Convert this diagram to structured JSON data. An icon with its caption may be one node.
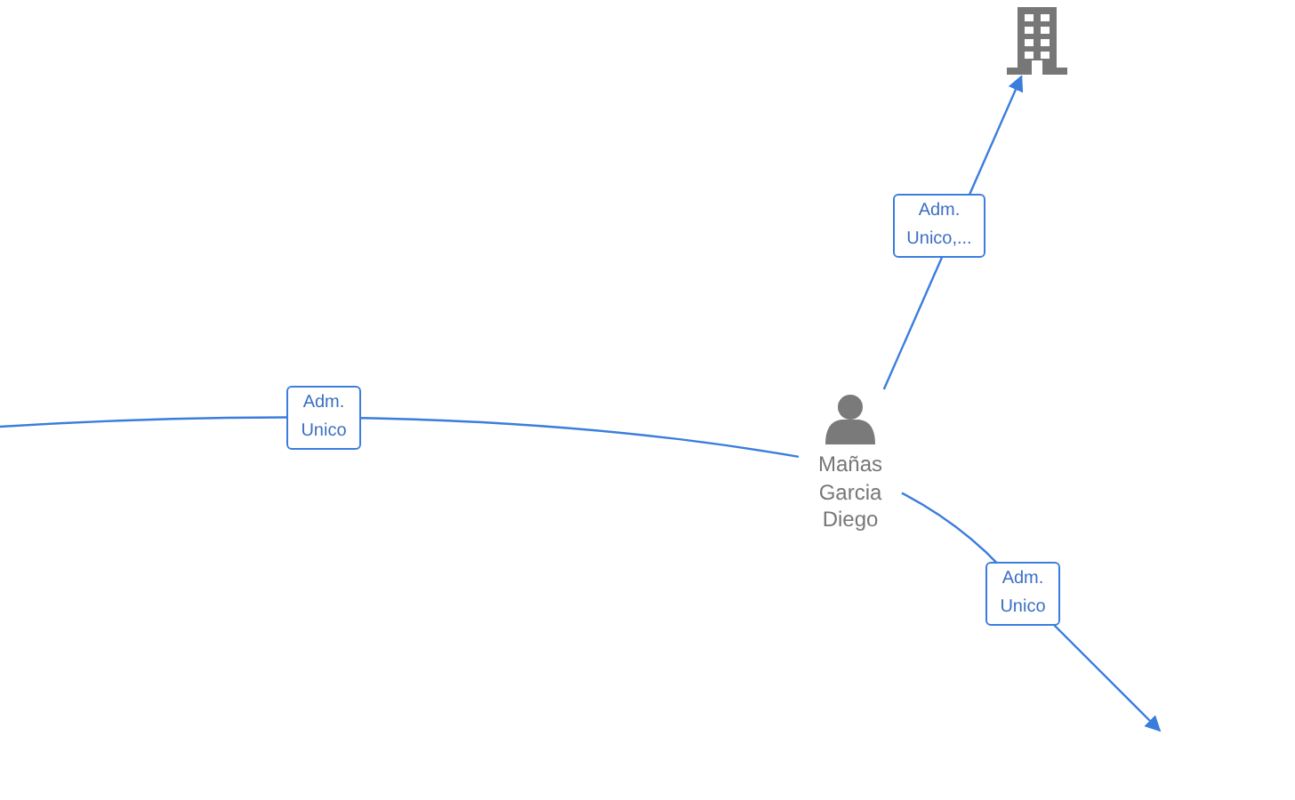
{
  "diagram": {
    "nodes": [
      {
        "text": [
          "Mañas Garcia Diego"
        ]
      },
      {
        "text": [],
        "shape": "building"
      }
    ],
    "edges": [
      {
        "from": 0,
        "to": 1,
        "arrow": "to",
        "label": "Adm. Unico,..."
      },
      {
        "from": null,
        "to": 0,
        "arrow": "none",
        "label": "Adm. Unico"
      },
      {
        "from": 0,
        "to": null,
        "arrow": "to",
        "label": "Adm. Unico"
      }
    ]
  }
}
